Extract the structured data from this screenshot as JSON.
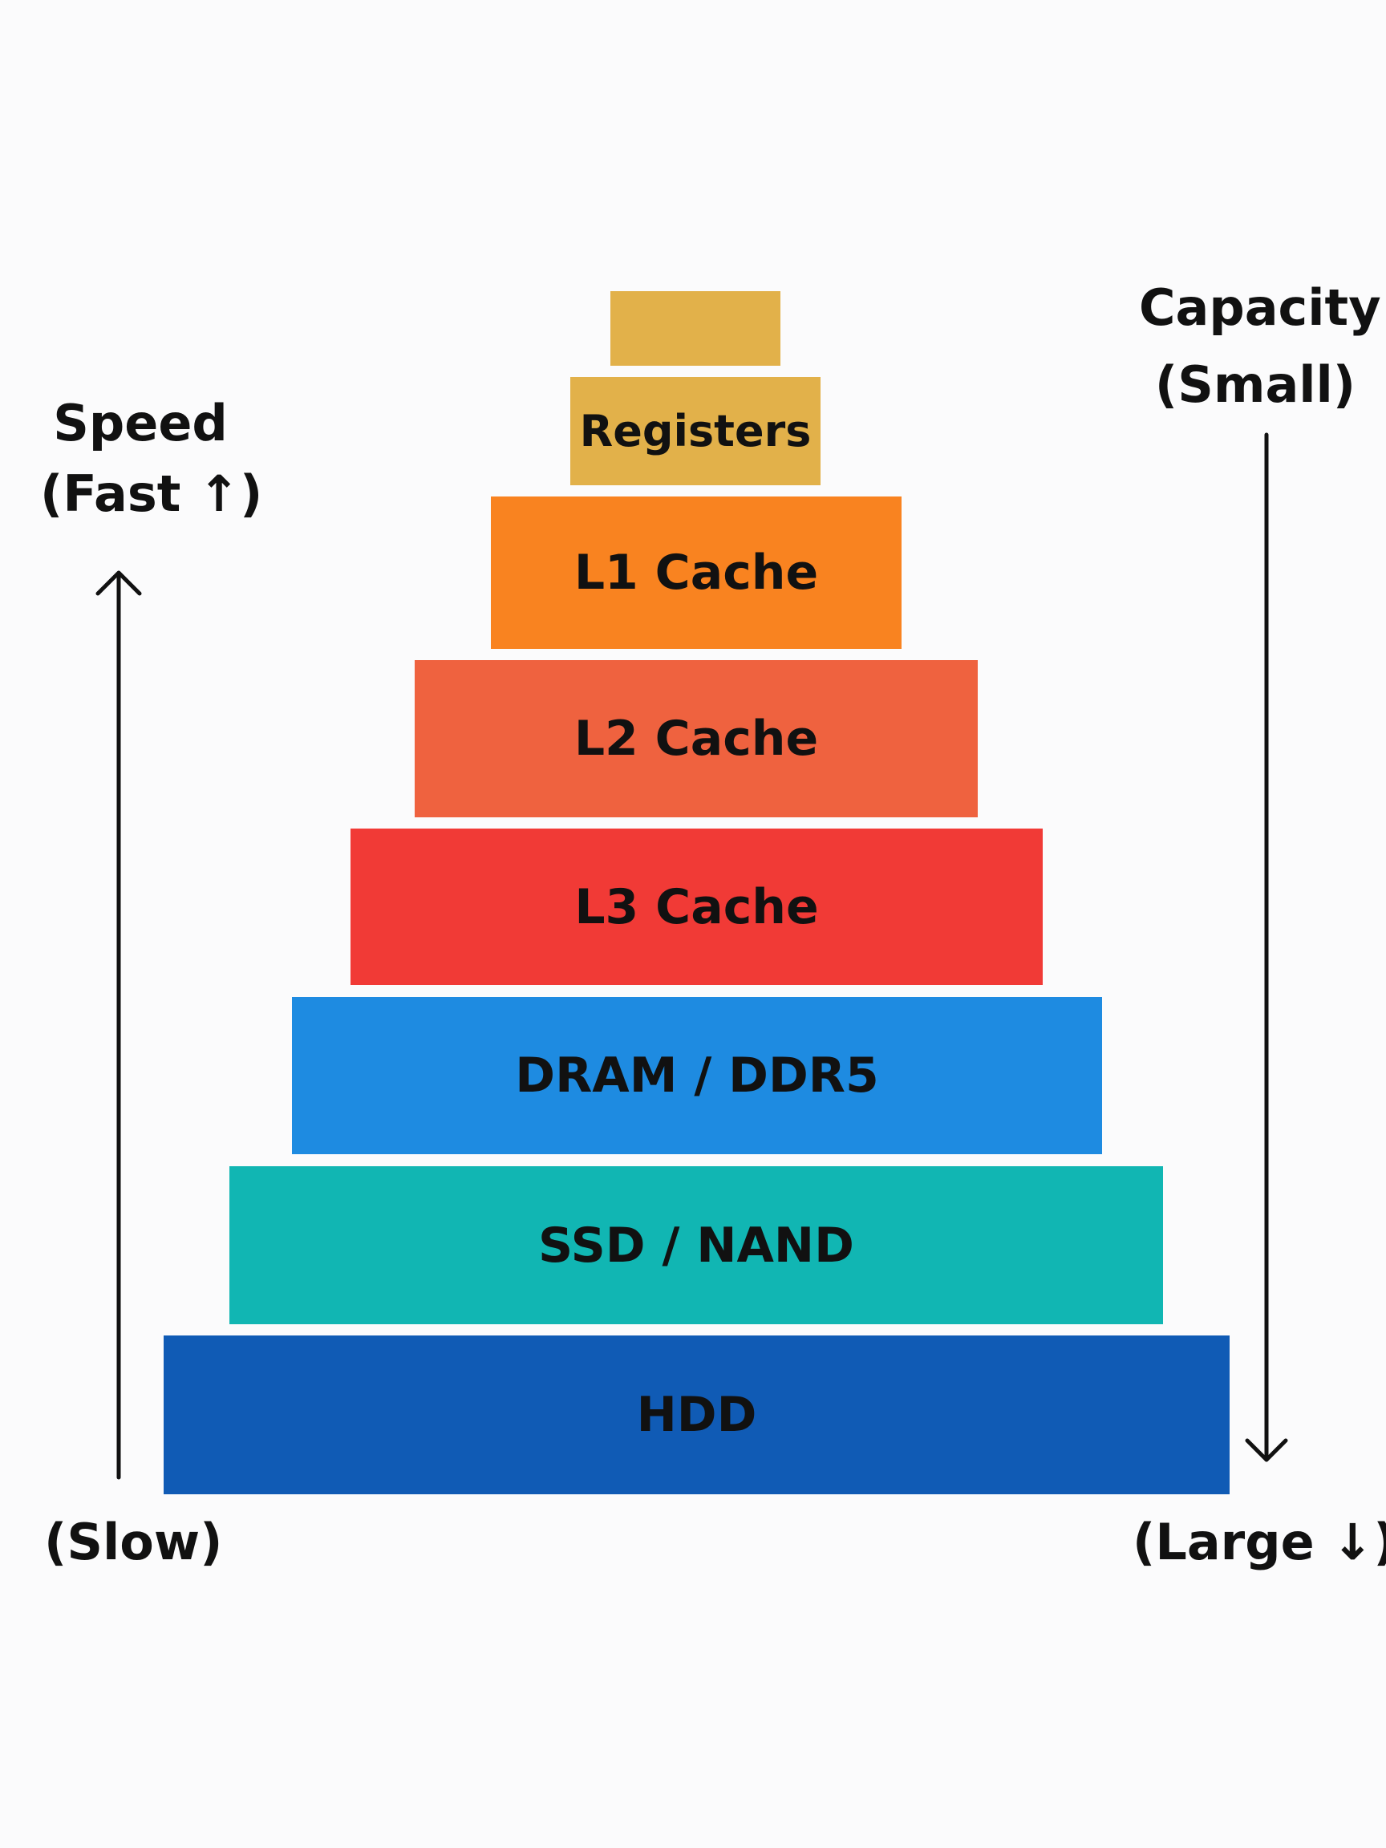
{
  "tiers": [
    {
      "label": "",
      "color": "#e2b14a"
    },
    {
      "label": "Registers",
      "color": "#e2b14a"
    },
    {
      "label": "L1 Cache",
      "color": "#f98320"
    },
    {
      "label": "L2 Cache",
      "color": "#ef623f"
    },
    {
      "label": "L3 Cache",
      "color": "#f13a36"
    },
    {
      "label": "DRAM / DDR5",
      "color": "#1e8be1"
    },
    {
      "label": "SSD / NAND",
      "color": "#11b6b3"
    },
    {
      "label": "HDD",
      "color": "#105bb5"
    }
  ],
  "speed_axis": {
    "line1": "Speed",
    "line2": "(Fast ↑)",
    "bottom": "(Slow)"
  },
  "capacity_axis": {
    "line1": "Capacity",
    "line2": "(Small)",
    "bottom": "(Large ↓)"
  }
}
